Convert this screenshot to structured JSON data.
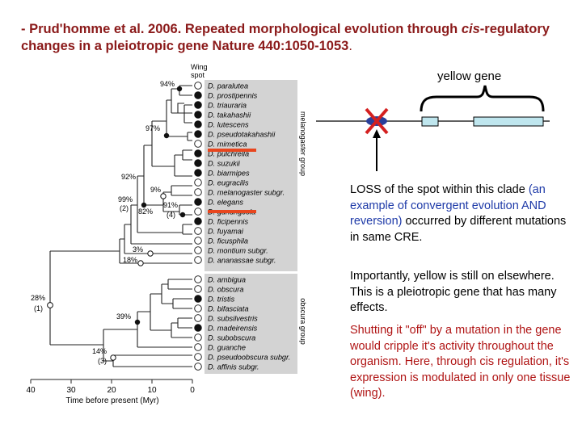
{
  "slide": {
    "title_main": "- Prud'homme et al. 2006. Repeated morphological evolution through ",
    "title_italic": "cis",
    "title_rest": "-regulatory changes in a pleiotropic gene Nature 440:1050-1053",
    "title_end": ".",
    "gene_label": "yellow gene"
  },
  "tree": {
    "wing_spot_header": [
      "Wing",
      "spot"
    ],
    "groups": [
      "melanogaster group",
      "obscura group"
    ],
    "species": [
      {
        "name": "D. paralutea",
        "spot": "open"
      },
      {
        "name": "D. prostipennis",
        "spot": "filled"
      },
      {
        "name": "D. triauraria",
        "spot": "filled"
      },
      {
        "name": "D. takahashii",
        "spot": "filled"
      },
      {
        "name": "D. lutescens",
        "spot": "filled"
      },
      {
        "name": "D. pseudotakahashii",
        "spot": "filled"
      },
      {
        "name": "D. mimetica",
        "spot": "open"
      },
      {
        "name": "D. pulchrella",
        "spot": "filled"
      },
      {
        "name": "D. suzukii",
        "spot": "filled"
      },
      {
        "name": "D. biarmipes",
        "spot": "filled"
      },
      {
        "name": "D. eugracilis",
        "spot": "open"
      },
      {
        "name": "D. melanogaster subgr.",
        "spot": "open"
      },
      {
        "name": "D. elegans",
        "spot": "filled"
      },
      {
        "name": "D. gunungcola",
        "spot": "open"
      },
      {
        "name": "D. ficipennis",
        "spot": "filled"
      },
      {
        "name": "D. fuyamai",
        "spot": "open"
      },
      {
        "name": "D. ficusphila",
        "spot": "open"
      },
      {
        "name": "D. montium subgr.",
        "spot": "open"
      },
      {
        "name": "D. ananassae subgr.",
        "spot": "open"
      },
      {
        "name": "D. ambigua",
        "spot": "open"
      },
      {
        "name": "D. obscura",
        "spot": "open"
      },
      {
        "name": "D. tristis",
        "spot": "filled"
      },
      {
        "name": "D. bifasciata",
        "spot": "open"
      },
      {
        "name": "D. subsilvestris",
        "spot": "open"
      },
      {
        "name": "D. madeirensis",
        "spot": "filled"
      },
      {
        "name": "D. subobscura",
        "spot": "open"
      },
      {
        "name": "D. guanche",
        "spot": "open"
      },
      {
        "name": "D. pseudoobscura subgr.",
        "spot": "open"
      },
      {
        "name": "D. affinis subgr.",
        "spot": "open"
      }
    ],
    "node_labels": [
      "94%",
      "97%",
      "92%",
      "99%",
      "(2)",
      "82%",
      "9%",
      "91%",
      "(4)",
      "3%",
      "18%",
      "28%",
      "(1)",
      "39%",
      "14%",
      "(3)"
    ],
    "axis_ticks": [
      "40",
      "30",
      "20",
      "10",
      "0"
    ],
    "axis_label": "Time before present (Myr)"
  },
  "text": {
    "block1_lead": "LOSS of the spot within this clade ",
    "block1_accent": "(an example of convergent evolution AND reversion)",
    "block1_tail": " occurred by different mutations in same CRE.",
    "block2": "Importantly, yellow is still on elsewhere.  This is a pleiotropic gene that has many effects.",
    "block3": "Shutting it \"off\" by a mutation in the gene would cripple it's activity throughout the organism.  Here, through cis regulation, it's expression is modulated in only one tissue (wing)."
  },
  "colors": {
    "title": "#8b1a1a",
    "panel_gray": "#d3d3d3",
    "red_marker": "#e8461e",
    "red_x": "#d42020",
    "cre_blue": "#2a3f9a",
    "exon_fill": "#bfe6ee",
    "accent_text": "#1e3aa8",
    "block3_text": "#b01414"
  }
}
